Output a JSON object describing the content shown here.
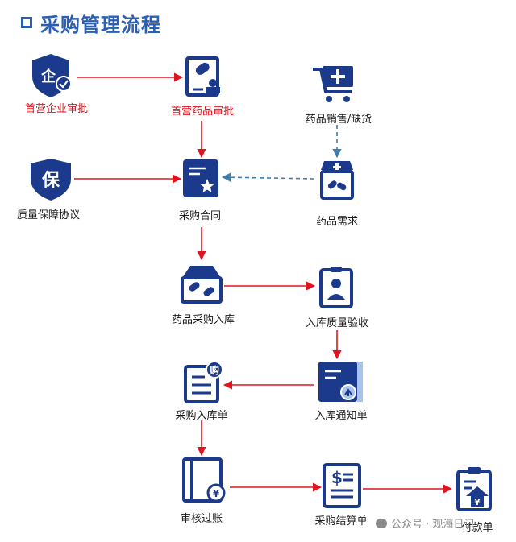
{
  "header": {
    "title": "采购管理流程"
  },
  "nodes": {
    "first_enterprise": {
      "label": "首营企业审批",
      "icon": "shield-enterprise-icon"
    },
    "first_drug": {
      "label": "首营药品审批",
      "icon": "document-drug-icon"
    },
    "drug_sales": {
      "label": "药品销售/缺货",
      "icon": "cart-medical-icon"
    },
    "quality_agreement": {
      "label": "质量保障协议",
      "icon": "shield-guarantee-icon"
    },
    "purchase_contract": {
      "label": "采购合同",
      "icon": "contract-star-icon"
    },
    "drug_demand": {
      "label": "药品需求",
      "icon": "pharmacy-store-icon"
    },
    "drug_stock_in": {
      "label": "药品采购入库",
      "icon": "medicine-box-icon"
    },
    "quality_check": {
      "label": "入库质量验收",
      "icon": "clipboard-inspector-icon"
    },
    "stock_in_notice": {
      "label": "入库通知单",
      "icon": "notice-document-icon"
    },
    "stock_in_form": {
      "label": "采购入库单",
      "icon": "purchase-form-icon"
    },
    "audit_posting": {
      "label": "审核过账",
      "icon": "ledger-yuan-icon"
    },
    "settlement": {
      "label": "采购结算单",
      "icon": "settlement-dollar-icon"
    },
    "payment": {
      "label": "付款单",
      "icon": "payment-clipboard-icon"
    }
  },
  "icon_glyphs": {
    "enterprise": "企",
    "guarantee": "保",
    "purchase": "购",
    "yuan": "¥",
    "dollar": "$"
  },
  "watermark": "公众号 · 观海日记",
  "colors": {
    "primary": "#1b3a8c",
    "arrow_red": "#e0141e",
    "arrow_dashed": "#3f7fb0",
    "title": "#2b5fb4"
  }
}
